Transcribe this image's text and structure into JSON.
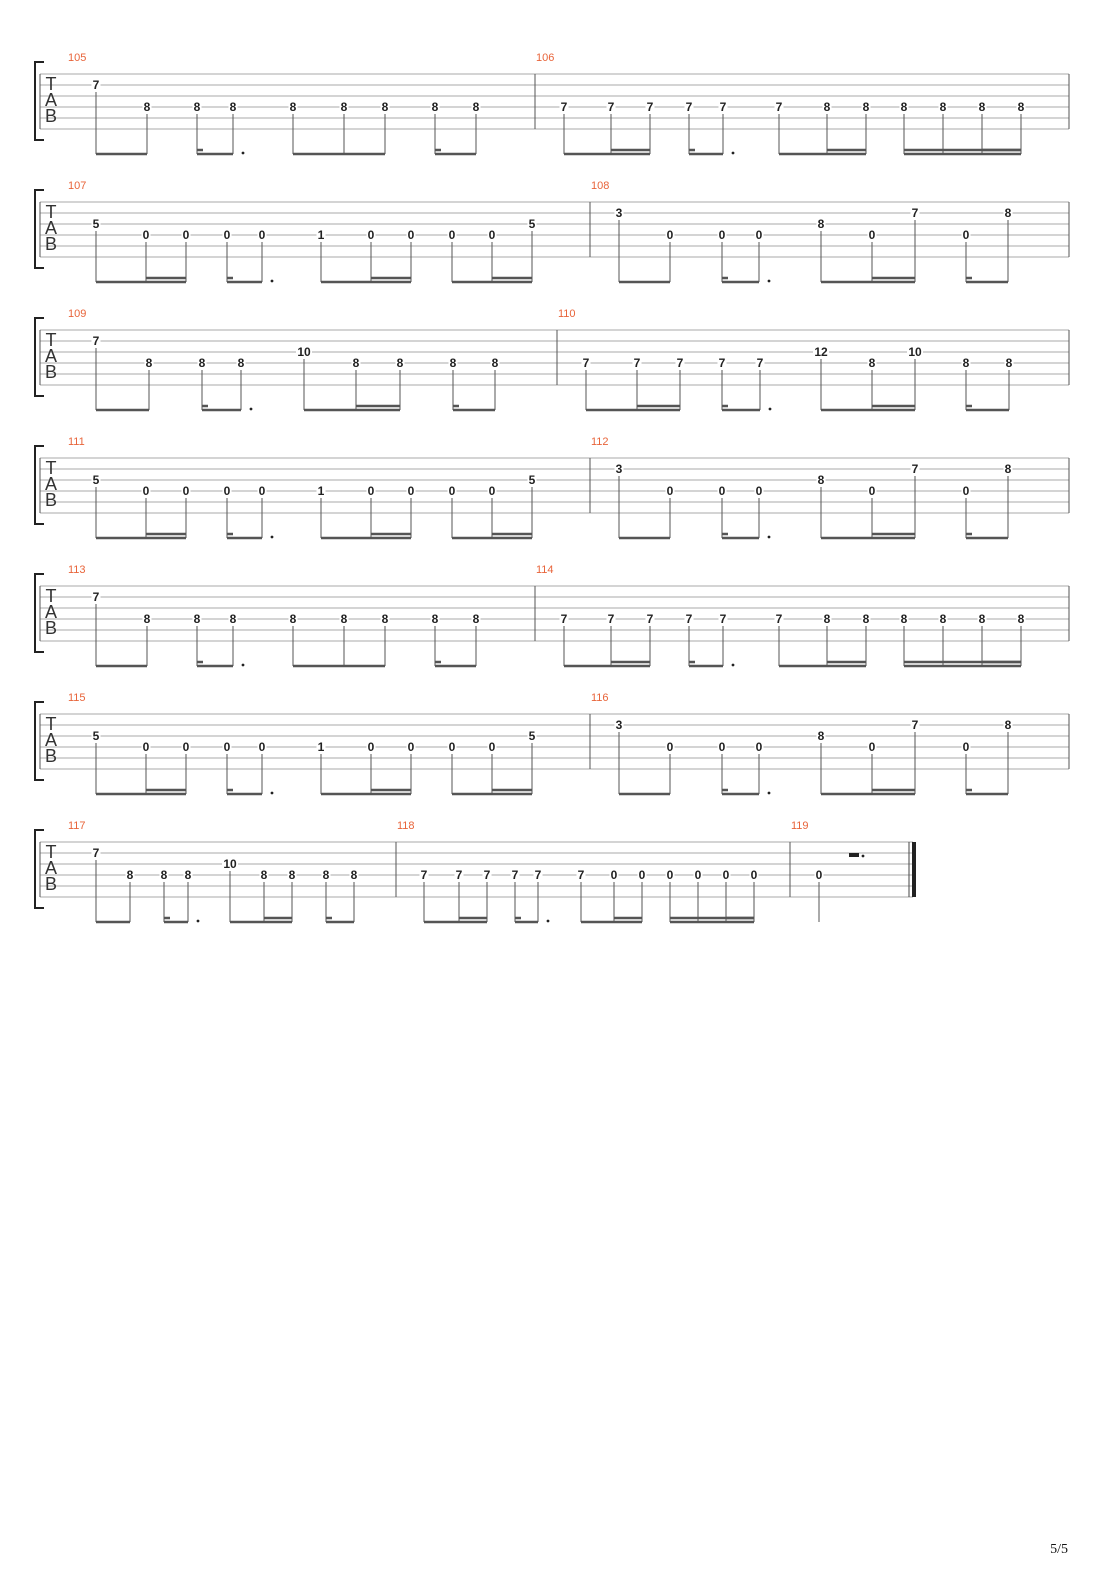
{
  "page": {
    "page_number": "5/5"
  },
  "tab_header": {
    "letters": [
      "T",
      "A",
      "B"
    ]
  },
  "systems": [
    {
      "measures": [
        {
          "number": "105",
          "notes": [
            {
              "s": 2,
              "f": "7"
            },
            {
              "s": 4,
              "f": "8"
            },
            {
              "s": 4,
              "f": "8"
            },
            {
              "s": 4,
              "f": "8",
              "dot": true
            },
            {
              "s": 4,
              "f": "8"
            },
            {
              "s": 4,
              "f": "8"
            },
            {
              "s": 4,
              "f": "8"
            },
            {
              "s": 4,
              "f": "8"
            },
            {
              "s": 4,
              "f": "8"
            }
          ],
          "groups": [
            [
              0,
              1,
              1
            ],
            [
              2,
              3,
              2
            ],
            [
              4,
              6,
              1
            ],
            [
              7,
              8,
              2
            ]
          ]
        },
        {
          "number": "106",
          "notes": [
            {
              "s": 4,
              "f": "7"
            },
            {
              "s": 4,
              "f": "7"
            },
            {
              "s": 4,
              "f": "7"
            },
            {
              "s": 4,
              "f": "7"
            },
            {
              "s": 4,
              "f": "7",
              "dot": true
            },
            {
              "s": 4,
              "f": "7"
            },
            {
              "s": 4,
              "f": "8"
            },
            {
              "s": 4,
              "f": "8"
            },
            {
              "s": 4,
              "f": "8"
            },
            {
              "s": 4,
              "f": "8"
            },
            {
              "s": 4,
              "f": "8"
            },
            {
              "s": 4,
              "f": "8"
            }
          ],
          "groups": [
            [
              0,
              2,
              2
            ],
            [
              3,
              4,
              2
            ],
            [
              5,
              7,
              2
            ],
            [
              8,
              11,
              2
            ]
          ]
        }
      ]
    },
    {
      "measures": [
        {
          "number": "107",
          "notes": [
            {
              "s": 3,
              "f": "5"
            },
            {
              "s": 4,
              "f": "0"
            },
            {
              "s": 4,
              "f": "0"
            },
            {
              "s": 4,
              "f": "0"
            },
            {
              "s": 4,
              "f": "0",
              "dot": true
            },
            {
              "s": 4,
              "f": "1"
            },
            {
              "s": 4,
              "f": "0"
            },
            {
              "s": 4,
              "f": "0"
            },
            {
              "s": 4,
              "f": "0"
            },
            {
              "s": 4,
              "f": "0"
            },
            {
              "s": 3,
              "f": "5"
            }
          ],
          "groups": [
            [
              0,
              2,
              2
            ],
            [
              3,
              4,
              2
            ],
            [
              5,
              7,
              2
            ],
            [
              8,
              10,
              2
            ]
          ]
        },
        {
          "number": "108",
          "notes": [
            {
              "s": 2,
              "f": "3"
            },
            {
              "s": 4,
              "f": "0"
            },
            {
              "s": 4,
              "f": "0"
            },
            {
              "s": 4,
              "f": "0",
              "dot": true
            },
            {
              "s": 3,
              "f": "8"
            },
            {
              "s": 4,
              "f": "0"
            },
            {
              "s": 2,
              "f": "7"
            },
            {
              "s": 4,
              "f": "0"
            },
            {
              "s": 2,
              "f": "8"
            }
          ],
          "groups": [
            [
              0,
              1,
              1
            ],
            [
              2,
              3,
              2
            ],
            [
              4,
              6,
              2
            ],
            [
              7,
              8,
              2
            ]
          ]
        }
      ]
    },
    {
      "measures": [
        {
          "number": "109",
          "notes": [
            {
              "s": 2,
              "f": "7"
            },
            {
              "s": 4,
              "f": "8"
            },
            {
              "s": 4,
              "f": "8"
            },
            {
              "s": 4,
              "f": "8",
              "dot": true
            },
            {
              "s": 3,
              "f": "10"
            },
            {
              "s": 4,
              "f": "8"
            },
            {
              "s": 4,
              "f": "8"
            },
            {
              "s": 4,
              "f": "8"
            },
            {
              "s": 4,
              "f": "8"
            }
          ],
          "groups": [
            [
              0,
              1,
              1
            ],
            [
              2,
              3,
              2
            ],
            [
              4,
              6,
              2
            ],
            [
              7,
              8,
              2
            ]
          ]
        },
        {
          "number": "110",
          "notes": [
            {
              "s": 4,
              "f": "7"
            },
            {
              "s": 4,
              "f": "7"
            },
            {
              "s": 4,
              "f": "7"
            },
            {
              "s": 4,
              "f": "7"
            },
            {
              "s": 4,
              "f": "7",
              "dot": true
            },
            {
              "s": 3,
              "f": "12"
            },
            {
              "s": 4,
              "f": "8"
            },
            {
              "s": 3,
              "f": "10"
            },
            {
              "s": 4,
              "f": "8"
            },
            {
              "s": 4,
              "f": "8"
            }
          ],
          "groups": [
            [
              0,
              2,
              2
            ],
            [
              3,
              4,
              2
            ],
            [
              5,
              7,
              2
            ],
            [
              8,
              9,
              2
            ]
          ]
        }
      ]
    },
    {
      "measures": [
        {
          "number": "111",
          "notes": [
            {
              "s": 3,
              "f": "5"
            },
            {
              "s": 4,
              "f": "0"
            },
            {
              "s": 4,
              "f": "0"
            },
            {
              "s": 4,
              "f": "0"
            },
            {
              "s": 4,
              "f": "0",
              "dot": true
            },
            {
              "s": 4,
              "f": "1"
            },
            {
              "s": 4,
              "f": "0"
            },
            {
              "s": 4,
              "f": "0"
            },
            {
              "s": 4,
              "f": "0"
            },
            {
              "s": 4,
              "f": "0"
            },
            {
              "s": 3,
              "f": "5"
            }
          ],
          "groups": [
            [
              0,
              2,
              2
            ],
            [
              3,
              4,
              2
            ],
            [
              5,
              7,
              2
            ],
            [
              8,
              10,
              2
            ]
          ]
        },
        {
          "number": "112",
          "notes": [
            {
              "s": 2,
              "f": "3"
            },
            {
              "s": 4,
              "f": "0"
            },
            {
              "s": 4,
              "f": "0"
            },
            {
              "s": 4,
              "f": "0",
              "dot": true
            },
            {
              "s": 3,
              "f": "8"
            },
            {
              "s": 4,
              "f": "0"
            },
            {
              "s": 2,
              "f": "7"
            },
            {
              "s": 4,
              "f": "0"
            },
            {
              "s": 2,
              "f": "8"
            }
          ],
          "groups": [
            [
              0,
              1,
              1
            ],
            [
              2,
              3,
              2
            ],
            [
              4,
              6,
              2
            ],
            [
              7,
              8,
              2
            ]
          ]
        }
      ]
    },
    {
      "measures": [
        {
          "number": "113",
          "notes": [
            {
              "s": 2,
              "f": "7"
            },
            {
              "s": 4,
              "f": "8"
            },
            {
              "s": 4,
              "f": "8"
            },
            {
              "s": 4,
              "f": "8",
              "dot": true
            },
            {
              "s": 4,
              "f": "8"
            },
            {
              "s": 4,
              "f": "8"
            },
            {
              "s": 4,
              "f": "8"
            },
            {
              "s": 4,
              "f": "8"
            },
            {
              "s": 4,
              "f": "8"
            }
          ],
          "groups": [
            [
              0,
              1,
              1
            ],
            [
              2,
              3,
              2
            ],
            [
              4,
              6,
              1
            ],
            [
              7,
              8,
              2
            ]
          ]
        },
        {
          "number": "114",
          "notes": [
            {
              "s": 4,
              "f": "7"
            },
            {
              "s": 4,
              "f": "7"
            },
            {
              "s": 4,
              "f": "7"
            },
            {
              "s": 4,
              "f": "7"
            },
            {
              "s": 4,
              "f": "7",
              "dot": true
            },
            {
              "s": 4,
              "f": "7"
            },
            {
              "s": 4,
              "f": "8"
            },
            {
              "s": 4,
              "f": "8"
            },
            {
              "s": 4,
              "f": "8"
            },
            {
              "s": 4,
              "f": "8"
            },
            {
              "s": 4,
              "f": "8"
            },
            {
              "s": 4,
              "f": "8"
            }
          ],
          "groups": [
            [
              0,
              2,
              2
            ],
            [
              3,
              4,
              2
            ],
            [
              5,
              7,
              2
            ],
            [
              8,
              11,
              2
            ]
          ]
        }
      ]
    },
    {
      "measures": [
        {
          "number": "115",
          "notes": [
            {
              "s": 3,
              "f": "5"
            },
            {
              "s": 4,
              "f": "0"
            },
            {
              "s": 4,
              "f": "0"
            },
            {
              "s": 4,
              "f": "0"
            },
            {
              "s": 4,
              "f": "0",
              "dot": true
            },
            {
              "s": 4,
              "f": "1"
            },
            {
              "s": 4,
              "f": "0"
            },
            {
              "s": 4,
              "f": "0"
            },
            {
              "s": 4,
              "f": "0"
            },
            {
              "s": 4,
              "f": "0"
            },
            {
              "s": 3,
              "f": "5"
            }
          ],
          "groups": [
            [
              0,
              2,
              2
            ],
            [
              3,
              4,
              2
            ],
            [
              5,
              7,
              2
            ],
            [
              8,
              10,
              2
            ]
          ]
        },
        {
          "number": "116",
          "notes": [
            {
              "s": 2,
              "f": "3"
            },
            {
              "s": 4,
              "f": "0"
            },
            {
              "s": 4,
              "f": "0"
            },
            {
              "s": 4,
              "f": "0",
              "dot": true
            },
            {
              "s": 3,
              "f": "8"
            },
            {
              "s": 4,
              "f": "0"
            },
            {
              "s": 2,
              "f": "7"
            },
            {
              "s": 4,
              "f": "0"
            },
            {
              "s": 2,
              "f": "8"
            }
          ],
          "groups": [
            [
              0,
              1,
              1
            ],
            [
              2,
              3,
              2
            ],
            [
              4,
              6,
              2
            ],
            [
              7,
              8,
              2
            ]
          ]
        }
      ]
    },
    {
      "measures": [
        {
          "number": "117",
          "notes": [
            {
              "s": 2,
              "f": "7"
            },
            {
              "s": 4,
              "f": "8"
            },
            {
              "s": 4,
              "f": "8"
            },
            {
              "s": 4,
              "f": "8",
              "dot": true
            },
            {
              "s": 3,
              "f": "10"
            },
            {
              "s": 4,
              "f": "8"
            },
            {
              "s": 4,
              "f": "8"
            },
            {
              "s": 4,
              "f": "8"
            },
            {
              "s": 4,
              "f": "8"
            }
          ],
          "groups": [
            [
              0,
              1,
              1
            ],
            [
              2,
              3,
              2
            ],
            [
              4,
              6,
              2
            ],
            [
              7,
              8,
              2
            ]
          ]
        },
        {
          "number": "118",
          "notes": [
            {
              "s": 4,
              "f": "7"
            },
            {
              "s": 4,
              "f": "7"
            },
            {
              "s": 4,
              "f": "7"
            },
            {
              "s": 4,
              "f": "7"
            },
            {
              "s": 4,
              "f": "7",
              "dot": true
            },
            {
              "s": 4,
              "f": "7"
            },
            {
              "s": 4,
              "f": "0"
            },
            {
              "s": 4,
              "f": "0"
            },
            {
              "s": 4,
              "f": "0"
            },
            {
              "s": 4,
              "f": "0"
            },
            {
              "s": 4,
              "f": "0"
            },
            {
              "s": 4,
              "f": "0"
            }
          ],
          "groups": [
            [
              0,
              2,
              2
            ],
            [
              3,
              4,
              2
            ],
            [
              5,
              7,
              2
            ],
            [
              8,
              11,
              2
            ]
          ]
        },
        {
          "number": "119",
          "notes": [
            {
              "s": 4,
              "f": "0"
            }
          ],
          "groups": [],
          "rest": "dotted-half",
          "final": true
        }
      ]
    }
  ]
}
